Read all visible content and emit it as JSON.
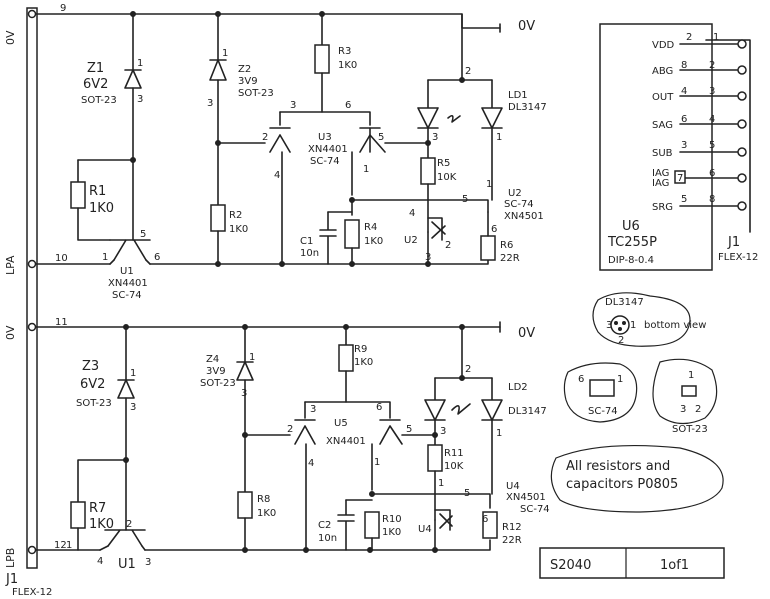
{
  "rails": {
    "left_top": "0V",
    "left_mid": "LPA",
    "left_mid2": "0V",
    "left_bottom": "LPB",
    "connector": "J1",
    "connector_type": "FLEX-12"
  },
  "pins": {
    "p9": "9",
    "p10": "10",
    "p11": "11",
    "p12": "12"
  },
  "ground_label": "0V",
  "top": {
    "z1": {
      "ref": "Z1",
      "value": "6V2",
      "pkg": "SOT-23",
      "p1": "1",
      "p3": "3"
    },
    "z2": {
      "ref": "Z2",
      "value": "3V9",
      "pkg": "SOT-23",
      "p1": "1",
      "p3": "3"
    },
    "r1": {
      "ref": "R1",
      "value": "1K0"
    },
    "r2": {
      "ref": "R2",
      "value": "1K0"
    },
    "r3": {
      "ref": "R3",
      "value": "1K0"
    },
    "r4": {
      "ref": "R4",
      "value": "1K0"
    },
    "r5": {
      "ref": "R5",
      "value": "10K"
    },
    "r6": {
      "ref": "R6",
      "value": "22R"
    },
    "c1": {
      "ref": "C1",
      "value": "10n"
    },
    "u1": {
      "ref": "U1",
      "part": "XN4401",
      "pkg": "SC-74",
      "p1": "1",
      "p5": "5",
      "p6": "6"
    },
    "u3": {
      "ref": "U3",
      "part": "XN4401",
      "pkg": "SC-74",
      "p2": "2",
      "p3": "3",
      "p4": "4",
      "p5": "5",
      "p6": "6",
      "p1": "1"
    },
    "u2": {
      "ref": "U2",
      "part": "XN4501",
      "pkg": "SC-74",
      "ref2": "U2",
      "p1": "1",
      "p2": "2",
      "p3": "3",
      "p4": "4",
      "p5": "5",
      "p6": "6"
    },
    "ld1": {
      "ref": "LD1",
      "part": "DL3147",
      "p2": "2",
      "p3": "3",
      "p1": "1"
    }
  },
  "bottom": {
    "z3": {
      "ref": "Z3",
      "value": "6V2",
      "pkg": "SOT-23",
      "p1": "1",
      "p3": "3"
    },
    "z4": {
      "ref": "Z4",
      "value": "3V9",
      "pkg": "SOT-23",
      "p1": "1",
      "p3": "3"
    },
    "r7": {
      "ref": "R7",
      "value": "1K0"
    },
    "r8": {
      "ref": "R8",
      "value": "1K0"
    },
    "r9": {
      "ref": "R9",
      "value": "1K0"
    },
    "r10": {
      "ref": "R10",
      "value": "1K0"
    },
    "r11": {
      "ref": "R11",
      "value": "10K"
    },
    "r12": {
      "ref": "R12",
      "value": "22R"
    },
    "c2": {
      "ref": "C2",
      "value": "10n"
    },
    "u1": {
      "ref": "U1",
      "p2": "2",
      "p3": "3",
      "p4": "4",
      "p1": "1"
    },
    "u5": {
      "ref": "U5",
      "part": "XN4401",
      "p2": "2",
      "p3": "3",
      "p4": "4",
      "p5": "5",
      "p6": "6",
      "p1": "1"
    },
    "u4": {
      "ref": "U4",
      "part": "XN4501",
      "pkg": "SC-74",
      "ref2": "U4",
      "p5": "5",
      "p6": "6",
      "p1": "1"
    },
    "ld2": {
      "ref": "LD2",
      "part": "DL3147",
      "p2": "2",
      "p3": "3",
      "p1": "1"
    }
  },
  "u6": {
    "ref": "U6",
    "part": "TC255P",
    "pkg": "DIP-8-0.4",
    "pins": [
      {
        "name": "VDD",
        "u": "2",
        "j": "1"
      },
      {
        "name": "ABG",
        "u": "8",
        "j": "2"
      },
      {
        "name": "OUT",
        "u": "4",
        "j": "3"
      },
      {
        "name": "SAG",
        "u": "6",
        "j": "4"
      },
      {
        "name": "SUB",
        "u": "3",
        "j": "5"
      },
      {
        "name": "IAG",
        "u": "7",
        "j": "6"
      },
      {
        "name": "SRG",
        "u": "5",
        "j": "8"
      }
    ],
    "iag2": "IAG",
    "j1": "J1",
    "j1_type": "FLEX-12"
  },
  "pkg_notes": {
    "dl": "DL3147",
    "dl_pins": "3",
    "dl_pin1": "1",
    "dl_pin2": "2",
    "dl_view": "bottom view",
    "sc74": "SC-74",
    "sc74_p6": "6",
    "sc74_p1": "1",
    "sot23": "SOT-23",
    "sot23_p1": "1",
    "sot23_p3": "3",
    "sot23_p2": "2"
  },
  "note": "All resistors and capacitors P0805",
  "title_block": {
    "number": "S2040",
    "sheet": "1of1"
  }
}
